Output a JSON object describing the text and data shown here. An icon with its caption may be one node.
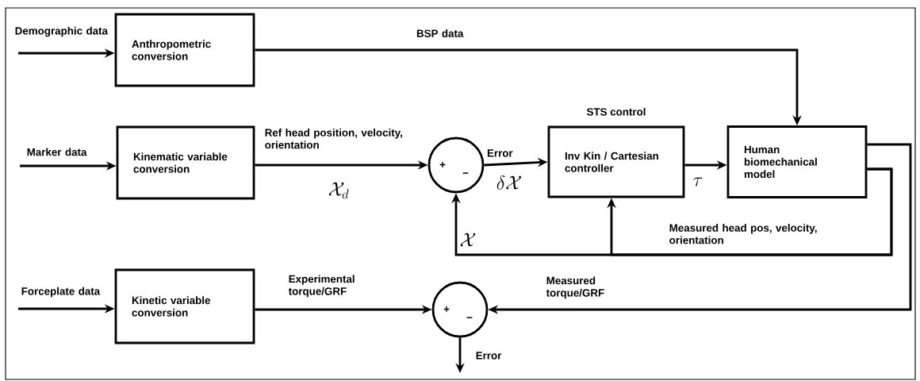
{
  "diagram": {
    "nodes": [
      {
        "text": [
          "Anthropometric conversion"
        ]
      },
      {
        "text": [
          "Kinematic variable conversion"
        ]
      },
      {
        "text": [
          "Kinetic variable conversion"
        ]
      },
      {
        "text": [
          "+",
          "−"
        ]
      },
      {
        "text": [
          "Inv Kin / Cartesian controller"
        ],
        "beside": [
          "STS control"
        ]
      },
      {
        "text": [
          "Human biomechanical model"
        ]
      },
      {
        "text": [
          "+",
          "−"
        ]
      }
    ],
    "edges": [
      {
        "from": null,
        "to": 0,
        "arrow": "to",
        "label": "Demographic data"
      },
      {
        "from": 0,
        "to": 5,
        "arrow": "to",
        "label": "BSP data"
      },
      {
        "from": null,
        "to": 1,
        "arrow": "to",
        "label": "Marker data"
      },
      {
        "from": 1,
        "to": 3,
        "arrow": "to",
        "label": "Ref head position, velocity, orientation"
      },
      {
        "from": 3,
        "to": 4,
        "arrow": "to",
        "label": "Error"
      },
      {
        "from": 4,
        "to": 5,
        "arrow": "to"
      },
      {
        "from": 5,
        "to": 3,
        "arrow": "to",
        "label": "Measured head pos, velocity, orientation"
      },
      {
        "from": 5,
        "to": 4,
        "arrow": "to"
      },
      {
        "from": null,
        "to": 2,
        "arrow": "to",
        "label": "Forceplate data"
      },
      {
        "from": 2,
        "to": 6,
        "arrow": "to",
        "label": "Experimental torque/GRF"
      },
      {
        "from": 5,
        "to": 6,
        "arrow": "to",
        "label": "Measured torque/GRF"
      },
      {
        "from": 6,
        "to": null,
        "arrow": "to",
        "label": "Error"
      }
    ],
    "labels": [
      "\\mathcal{X}_d",
      "\\delta\\mathcal{X}",
      "\\tau",
      "\\mathcal{X}"
    ]
  }
}
